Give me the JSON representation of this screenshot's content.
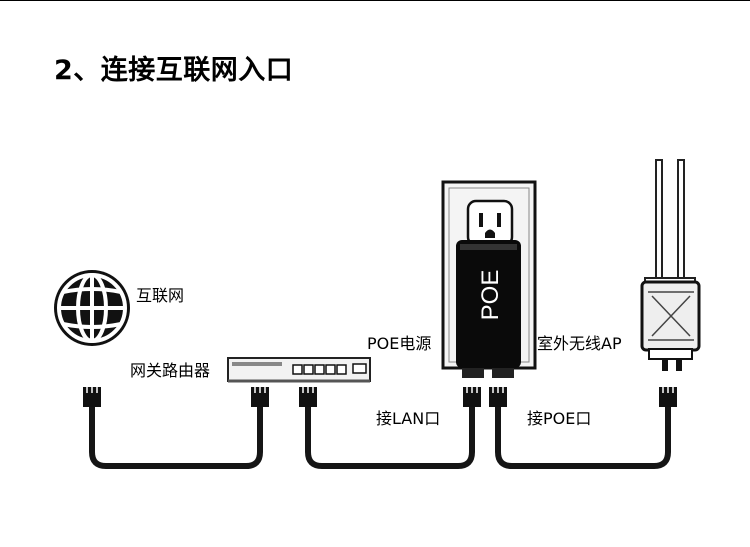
{
  "title": "2、连接互联网入口",
  "labels": {
    "internet": "互联网",
    "router": "网关路由器",
    "poe_power": "POE电源",
    "outdoor_ap": "室外无线AP",
    "lan_port": "接LAN口",
    "poe_port": "接POE口"
  },
  "poe_device_text": "POE",
  "icons": [
    "globe-icon",
    "router-icon",
    "power-outlet-icon",
    "poe-adapter-icon",
    "outdoor-ap-icon",
    "rj45-plug-icon",
    "network-cable-icon"
  ]
}
